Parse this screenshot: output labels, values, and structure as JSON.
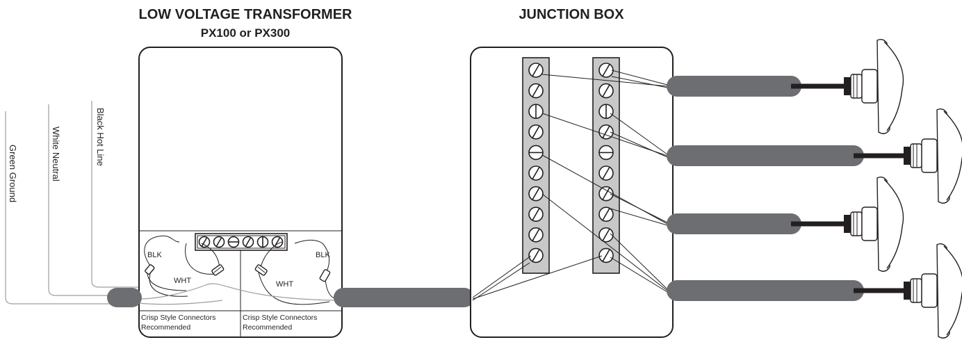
{
  "transformer": {
    "title": "LOW VOLTAGE TRANSFORMER",
    "model": "PX100 or PX300",
    "left_compartment": {
      "blk_label": "BLK",
      "wht_label": "WHT",
      "note_line1": "Crisp Style Connectors",
      "note_line2": "Recommended"
    },
    "right_compartment": {
      "blk_label": "BLK",
      "wht_label": "WHT",
      "note_line1": "Crisp Style Connectors",
      "note_line2": "Recommended"
    }
  },
  "junction_box": {
    "title": "JUNCTION BOX",
    "terminal_strips": [
      {
        "screws": 10
      },
      {
        "screws": 10
      }
    ]
  },
  "supply_wires": [
    {
      "label": "Green Ground",
      "color": "#9d9d9d"
    },
    {
      "label": "White Neutral",
      "color": "#9d9d9d"
    },
    {
      "label": "Black Hot Line",
      "color": "#9d9d9d"
    }
  ],
  "fixtures": {
    "count": 4
  },
  "colors": {
    "ink": "#231f20",
    "cable": "#6d6e71",
    "terminal_strip": "#c8c8c8",
    "supply_wire": "#9d9d9d"
  }
}
